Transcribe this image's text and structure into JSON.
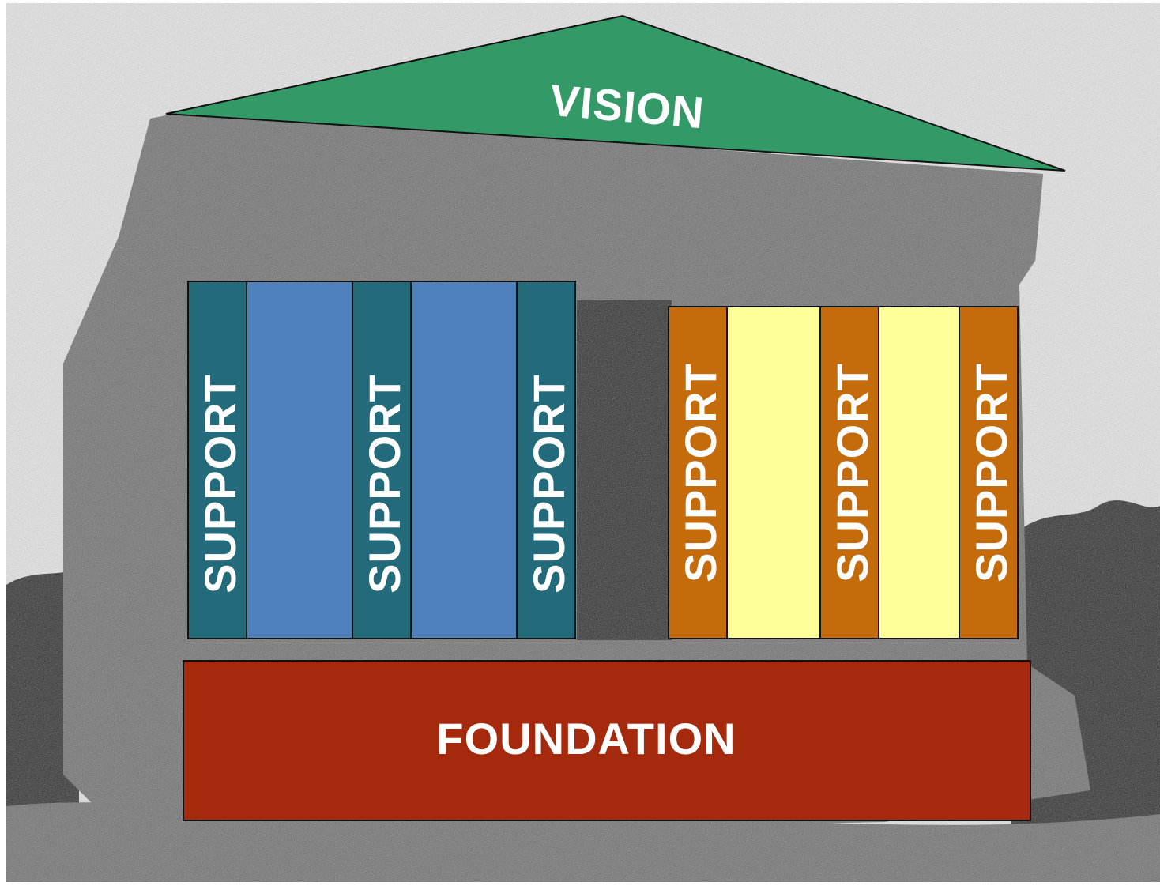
{
  "roof": {
    "label": "VISION",
    "color": "#339966"
  },
  "foundation": {
    "label": "FOUNDATION",
    "color": "#a52a0d"
  },
  "left_group": {
    "support_color": "#236b7a",
    "gap_color": "#4f81bd",
    "supports": [
      {
        "label": "SUPPORT"
      },
      {
        "label": "SUPPORT"
      },
      {
        "label": "SUPPORT"
      }
    ]
  },
  "right_group": {
    "support_color": "#c46b0c",
    "gap_color": "#ffff99",
    "supports": [
      {
        "label": "SUPPORT"
      },
      {
        "label": "SUPPORT"
      },
      {
        "label": "SUPPORT"
      }
    ]
  },
  "background": {
    "sky_color": "#e6e6e6",
    "ruin_color": "#6e6e6e",
    "ruin_dark": "#2a2a2a"
  }
}
